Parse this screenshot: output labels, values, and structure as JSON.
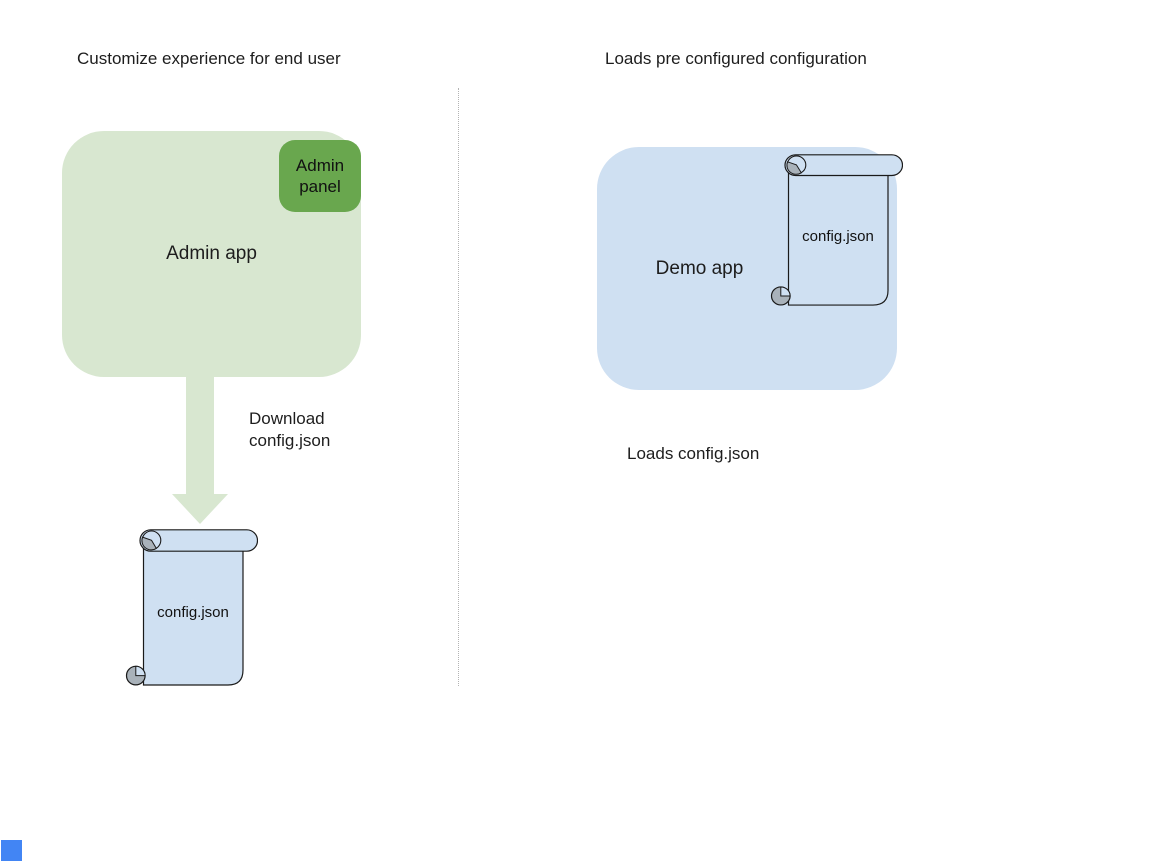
{
  "diagram": {
    "left": {
      "title": "Customize experience for end user",
      "admin_app_label": "Admin app",
      "admin_panel_label": "Admin panel",
      "download_caption": "Download\nconfig.json",
      "config_file_label": "config.json"
    },
    "right": {
      "title": "Loads pre configured configuration",
      "demo_app_label": "Demo app",
      "config_file_label": "config.json",
      "loads_caption": "Loads config.json"
    }
  },
  "colors": {
    "admin_app_fill": "#d8e7d0",
    "admin_panel_fill": "#69a74e",
    "demo_app_fill": "#cfe0f2",
    "scroll_fill": "#cfe0f2",
    "scroll_curl_fill": "#a9b2ba",
    "download_arrow_fill": "#d8e7d0",
    "divider_color": "#b3b3b3",
    "text_color": "#1d1d1d",
    "corner_square_fill": "#4285f4"
  }
}
